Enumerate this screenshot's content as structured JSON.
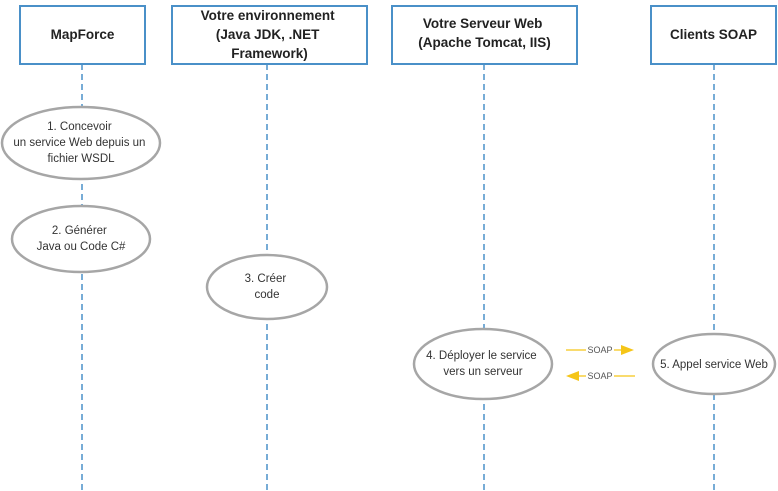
{
  "participants": [
    {
      "lines": [
        "MapForce"
      ]
    },
    {
      "lines": [
        "Votre environnement",
        "(Java JDK, .NET",
        "Framework)"
      ]
    },
    {
      "lines": [
        "Votre Serveur Web",
        "(Apache Tomcat, IIS)"
      ]
    },
    {
      "lines": [
        "Clients SOAP"
      ]
    }
  ],
  "steps": [
    {
      "lines": [
        "1. Concevoir",
        "un service Web depuis un",
        "fichier WSDL"
      ]
    },
    {
      "lines": [
        "2. Générer",
        "Java ou Code C#"
      ]
    },
    {
      "lines": [
        "3. Créer",
        "code"
      ]
    },
    {
      "lines": [
        "4. Déployer le service",
        "vers un serveur"
      ]
    },
    {
      "lines": [
        "5. Appel service Web"
      ]
    }
  ],
  "messages": [
    {
      "label": "SOAP",
      "direction": "to-clients"
    },
    {
      "label": "SOAP",
      "direction": "to-server"
    }
  ],
  "colors": {
    "header_border": "#4a90c8",
    "lifeline": "#4a90c8",
    "ellipse_border": "#a6a6a6",
    "soap_arrow": "#f5c518"
  }
}
